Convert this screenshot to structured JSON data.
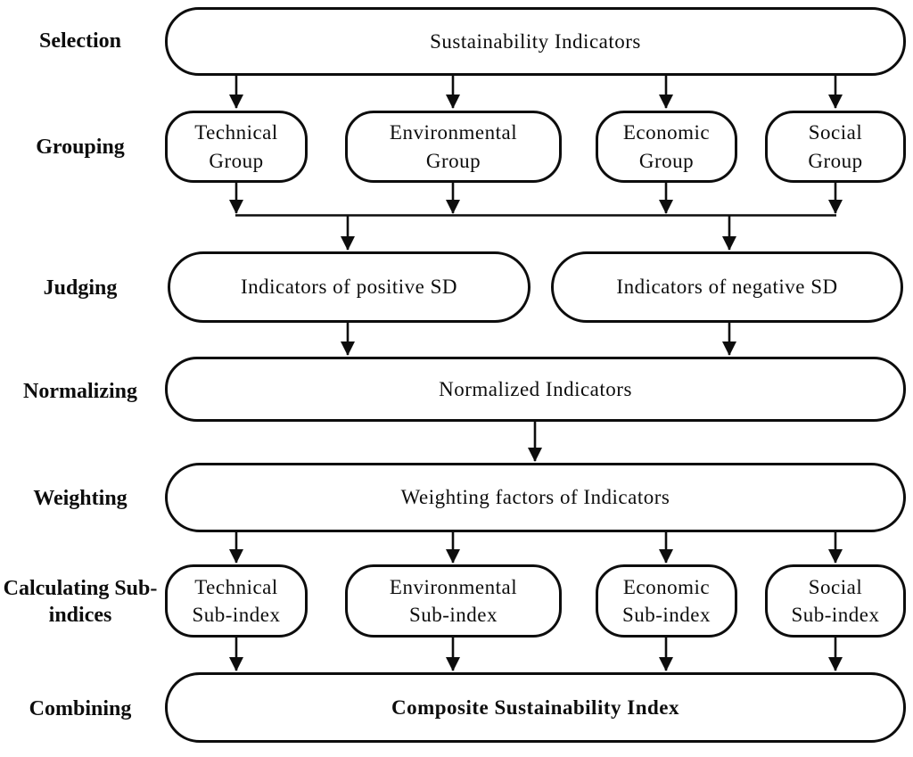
{
  "diagram": {
    "title_note": "Composite sustainability index construction flowchart",
    "colors": {
      "line": "#0d0d0d",
      "background": "#ffffff",
      "text": "#0d0d0d"
    },
    "stages": [
      {
        "label": "Selection"
      },
      {
        "label": "Grouping"
      },
      {
        "label": "Judging"
      },
      {
        "label": "Normalizing"
      },
      {
        "label": "Weighting"
      },
      {
        "label": "Calculating Sub-indices"
      },
      {
        "label": "Combining"
      }
    ],
    "boxes": {
      "selection": {
        "label": "Sustainability Indicators"
      },
      "groups": [
        {
          "lines": [
            "Technical",
            "Group"
          ]
        },
        {
          "lines": [
            "Environmental",
            "Group"
          ]
        },
        {
          "lines": [
            "Economic",
            "Group"
          ]
        },
        {
          "lines": [
            "Social",
            "Group"
          ]
        }
      ],
      "judging": [
        {
          "label": "Indicators of positive SD"
        },
        {
          "label": "Indicators of negative SD"
        }
      ],
      "normalizing": {
        "label": "Normalized Indicators"
      },
      "weighting": {
        "label": "Weighting factors of Indicators"
      },
      "subindices": [
        {
          "lines": [
            "Technical",
            "Sub-index"
          ]
        },
        {
          "lines": [
            "Environmental",
            "Sub-index"
          ]
        },
        {
          "lines": [
            "Economic",
            "Sub-index"
          ]
        },
        {
          "lines": [
            "Social",
            "Sub-index"
          ]
        }
      ],
      "combining": {
        "label": "Composite Sustainability Index"
      }
    }
  }
}
